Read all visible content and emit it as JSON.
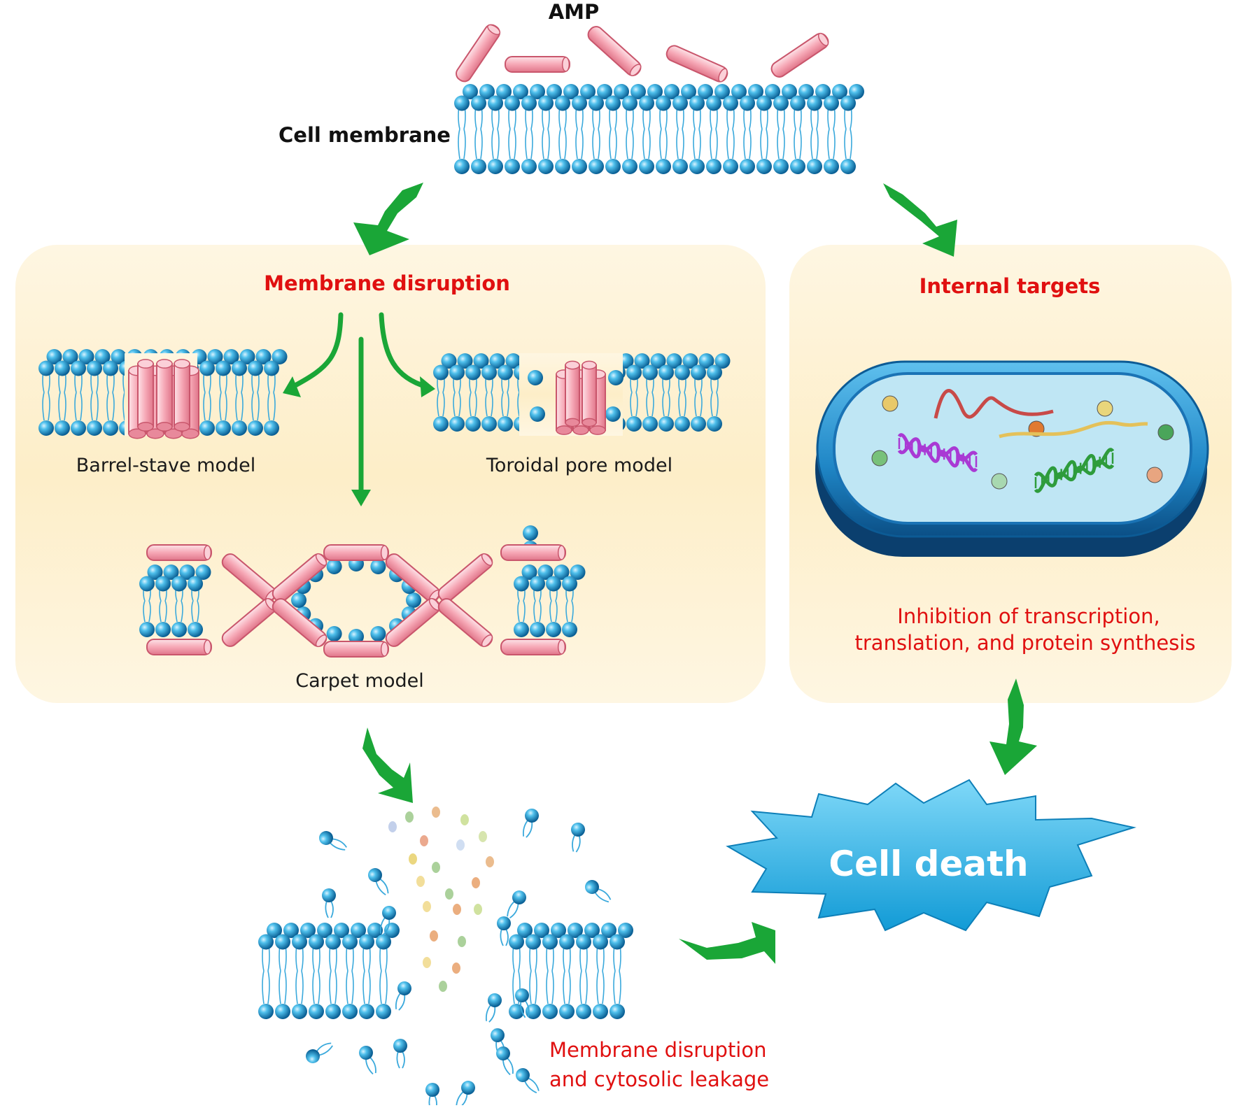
{
  "labels": {
    "amp": "AMP",
    "cell_membrane": "Cell membrane",
    "membrane_disruption": "Membrane disruption",
    "internal_targets": "Internal targets",
    "barrel_stave": "Barrel-stave model",
    "toroidal_pore": "Toroidal pore model",
    "carpet": "Carpet model",
    "inhibition_line1": "Inhibition of transcription,",
    "inhibition_line2": "translation, and protein synthesis",
    "leakage_line1": "Membrane disruption",
    "leakage_line2": "and cytosolic leakage",
    "cell_death": "Cell death"
  },
  "colors": {
    "panel_fill": "#fdf0cc",
    "arrow_green": "#1aa637",
    "lipid_head": "#1e9bd3",
    "peptide": "#f6a8b6",
    "cell_body": "#2a8fd0",
    "cytoplasm": "#bfe6f4",
    "burst": "#27b8ee",
    "red_text": "#e01010"
  },
  "icons": [
    "amp-peptide-icon",
    "lipid-bilayer-icon",
    "bacterial-cell-icon",
    "dna-icon",
    "rna-icon",
    "cell-death-burst-icon"
  ]
}
